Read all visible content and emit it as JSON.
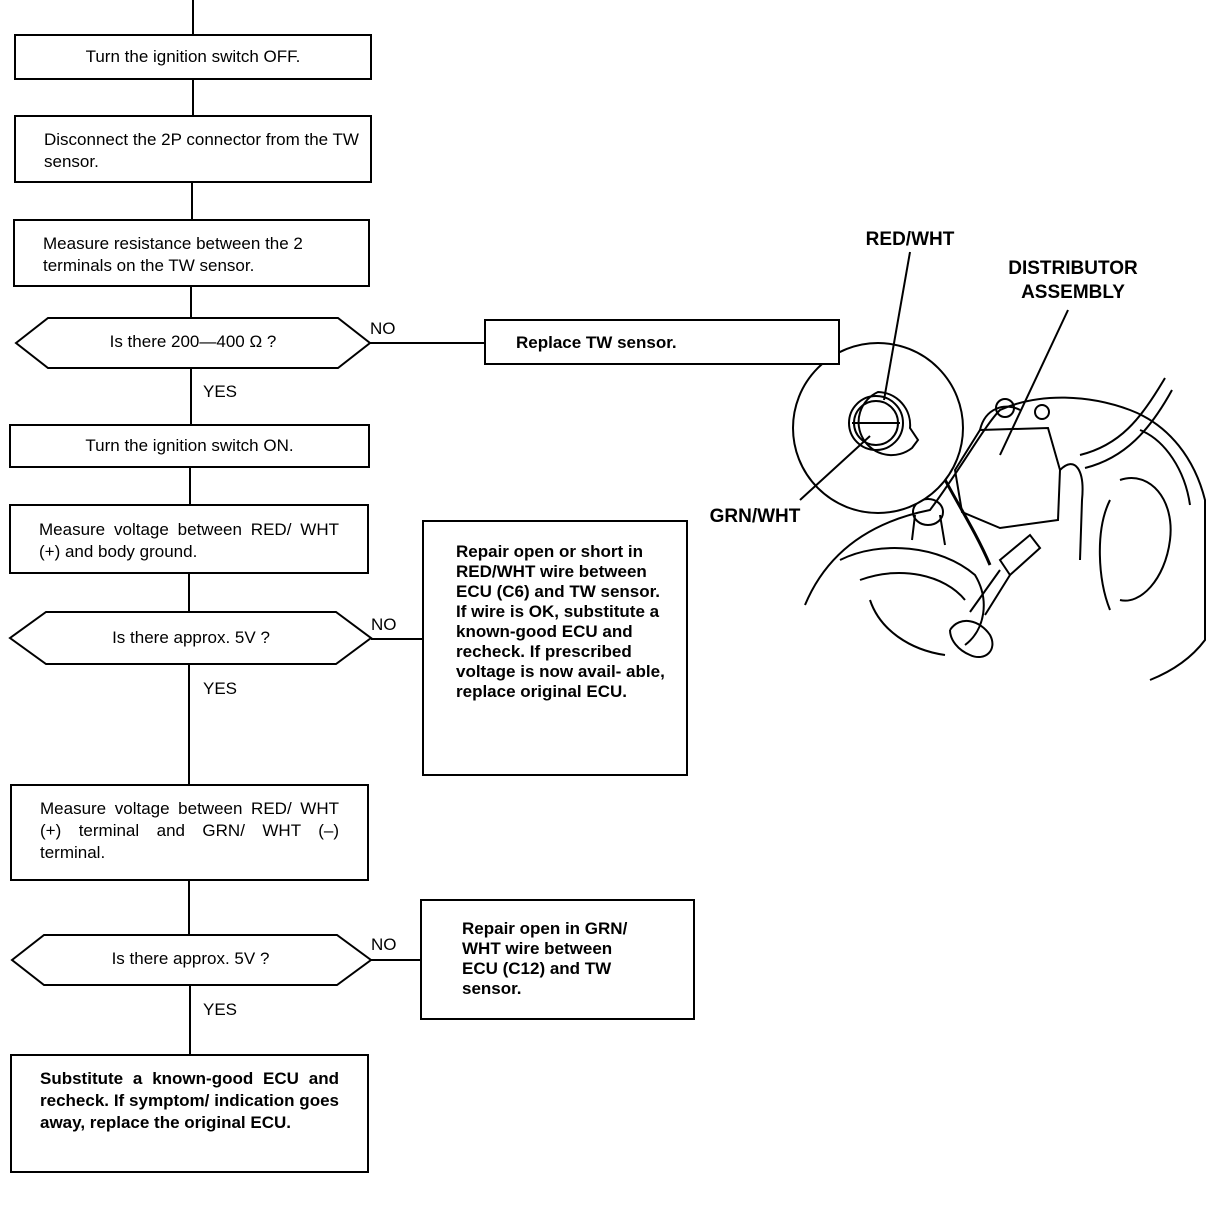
{
  "flow": {
    "step_ignition_off": "Turn the ignition switch OFF.",
    "step_disconnect": "Disconnect the 2P connector from the TW sensor.",
    "step_measure_resistance": "Measure resistance between the 2 terminals on the TW sensor.",
    "decision_resistance": "Is there 200—400 Ω ?",
    "step_ignition_on": "Turn the ignition switch ON.",
    "step_measure_voltage_ground": "Measure voltage between RED/ WHT (+) and body ground.",
    "decision_voltage_1": "Is there approx. 5V ?",
    "step_measure_voltage_terminals": "Measure voltage between RED/ WHT (+) terminal and GRN/ WHT (–) terminal.",
    "decision_voltage_2": "Is there approx. 5V ?",
    "step_substitute_ecu": "Substitute a known-good ECU and recheck. If symptom/ indication goes away, replace the original ECU."
  },
  "results": {
    "replace_sensor": "Replace TW sensor.",
    "repair_red_wht": "Repair open or short in RED/WHT wire between ECU (C6) and TW sensor. If wire is OK, substitute a known-good ECU and recheck. If prescribed voltage is now avail- able, replace original ECU.",
    "repair_grn_wht": "Repair open in GRN/ WHT wire between ECU (C12) and TW sensor."
  },
  "labels": {
    "no": "NO",
    "yes": "YES"
  },
  "illustration": {
    "red_wht": "RED/WHT",
    "grn_wht": "GRN/WHT",
    "distributor_assembly": "DISTRIBUTOR ASSEMBLY"
  }
}
